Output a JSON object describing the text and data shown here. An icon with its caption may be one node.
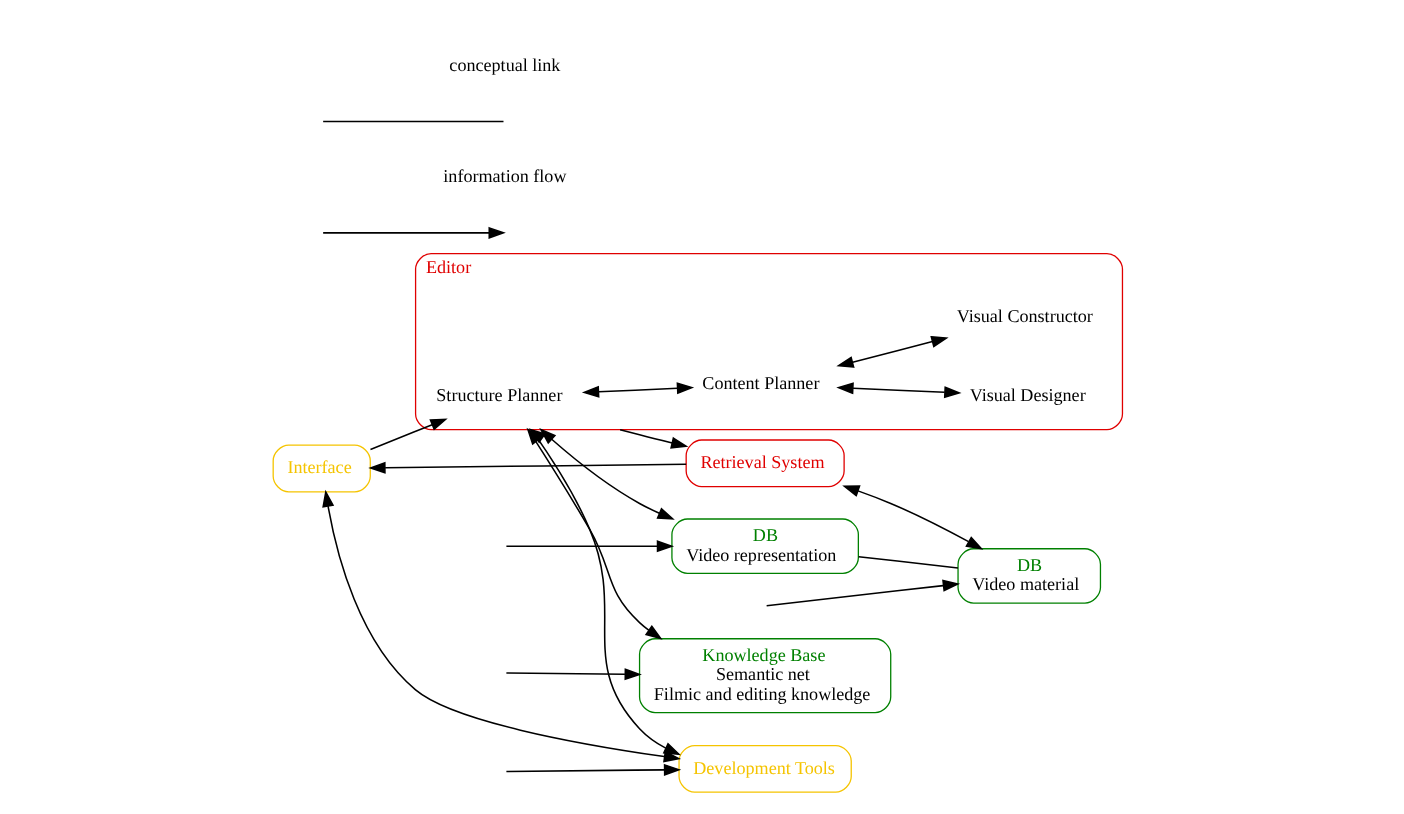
{
  "diagram": {
    "nodes": [
      {
        "text": [
          "Interface"
        ]
      },
      {
        "text": [
          "Retrieval System"
        ]
      },
      {
        "text": [
          "DB",
          "Video material"
        ]
      },
      {
        "text": [
          "DB",
          "Video representation"
        ]
      },
      {
        "text": [
          "Editor"
        ]
      },
      {
        "text": [
          "Structure Planner"
        ],
        "in": 4
      },
      {
        "text": [
          "Content Planner"
        ],
        "in": 4
      },
      {
        "text": [
          "Visual Designer"
        ],
        "in": 4
      },
      {
        "text": [
          "Visual Constructor"
        ],
        "in": 4
      },
      {
        "text": [
          "Knowledge Base",
          "Semantic net",
          "Filmic and editing knowledge"
        ]
      },
      {
        "text": [
          "Development Tools"
        ]
      }
    ],
    "edges": [
      {
        "from": 1,
        "to": 0,
        "arrow": "to"
      },
      {
        "from": 4,
        "to": 1,
        "arrow": "to"
      },
      {
        "from": 1,
        "to": 2,
        "arrow": "both"
      },
      {
        "from": null,
        "to": 2,
        "arrow": "to"
      },
      {
        "from": 2,
        "to": 3,
        "arrow": "none"
      },
      {
        "from": 4,
        "to": 3,
        "arrow": "both"
      },
      {
        "from": null,
        "to": 3,
        "arrow": "to"
      },
      {
        "from": 0,
        "to": 5,
        "arrow": "to"
      },
      {
        "from": 5,
        "to": 6,
        "arrow": "both"
      },
      {
        "from": 6,
        "to": 7,
        "arrow": "both"
      },
      {
        "from": 6,
        "to": 8,
        "arrow": "both"
      },
      {
        "from": 4,
        "to": 9,
        "arrow": "both"
      },
      {
        "from": null,
        "to": 9,
        "arrow": "to"
      },
      {
        "from": 0,
        "to": 10,
        "arrow": "both"
      },
      {
        "from": 4,
        "to": 10,
        "arrow": "both"
      },
      {
        "from": null,
        "to": 10,
        "arrow": "to"
      }
    ],
    "legend": [
      {
        "text": "conceptual link"
      },
      {
        "text": "information flow"
      }
    ]
  }
}
